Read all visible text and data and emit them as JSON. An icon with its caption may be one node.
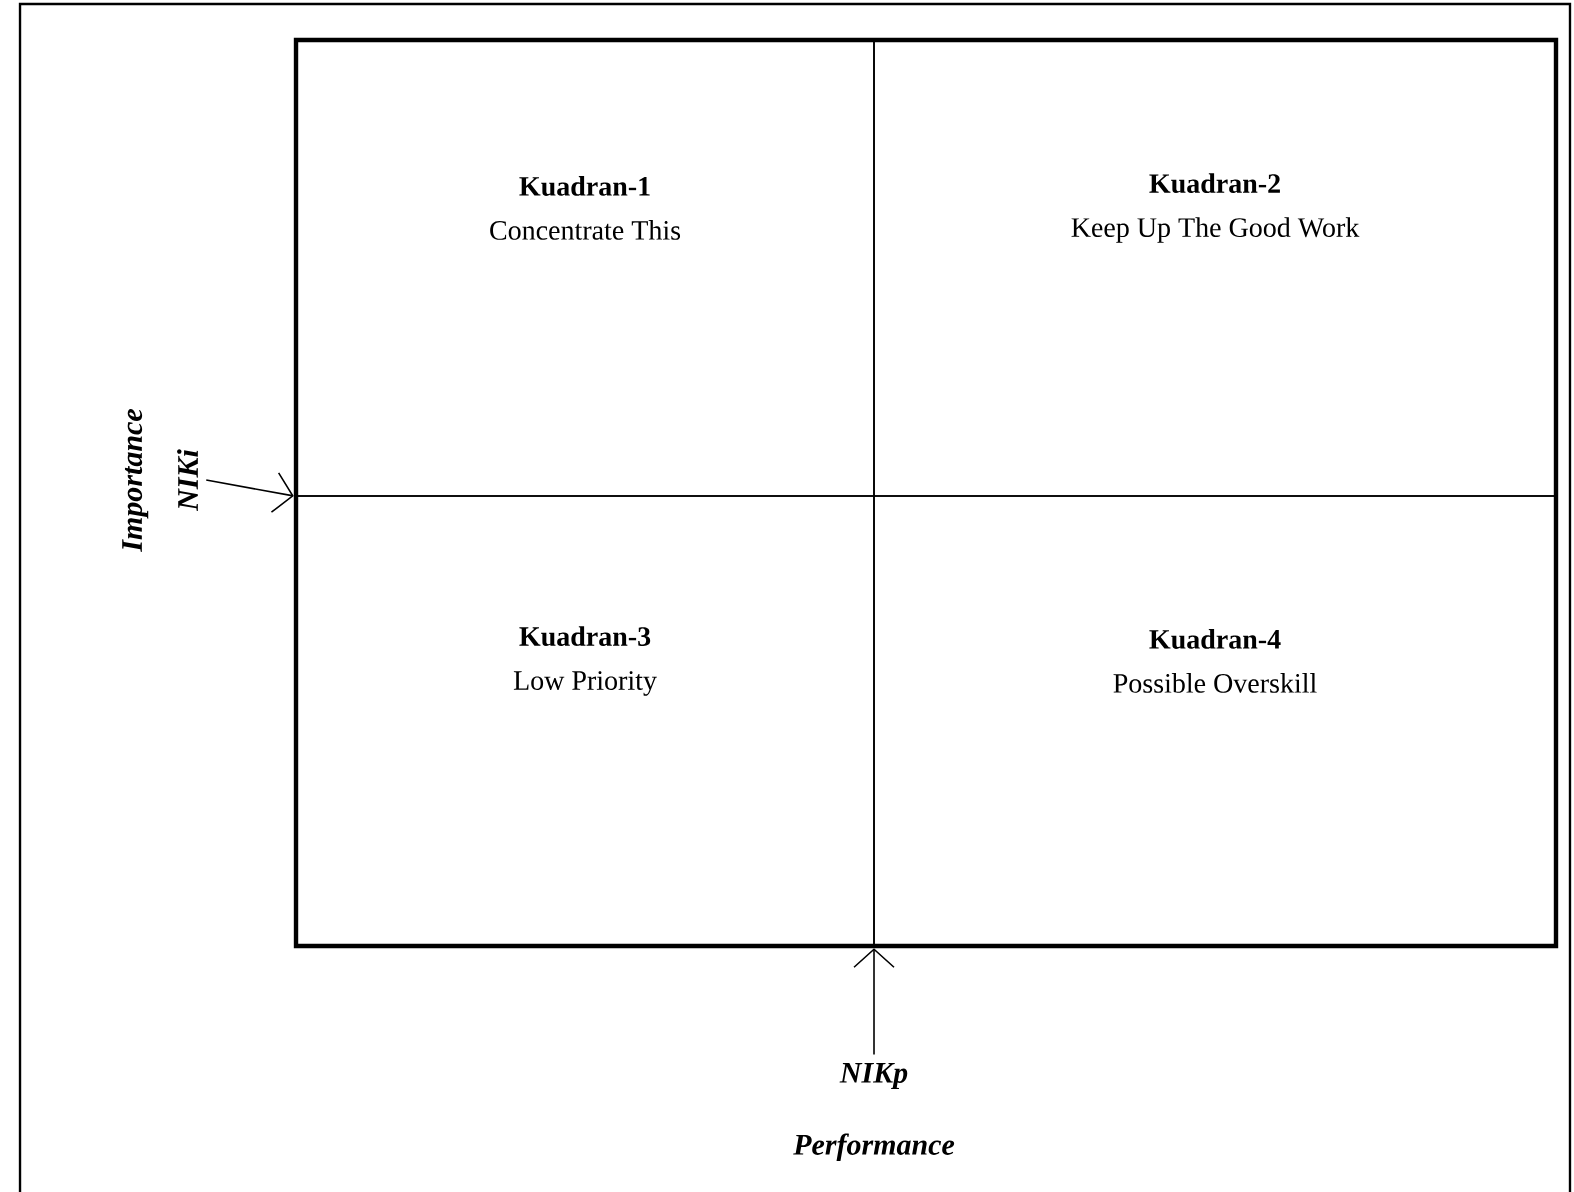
{
  "diagram": {
    "nodes": [
      {
        "text": [],
        "shape": "box"
      },
      {
        "text": [
          "Kuadran-1",
          "Concentrate This"
        ],
        "in": 0
      },
      {
        "text": [
          "Kuadran-2",
          "Keep Up The Good Work"
        ],
        "in": 0
      },
      {
        "text": [
          "Kuadran-3",
          "Low Priority"
        ],
        "in": 0
      },
      {
        "text": [
          "Kuadran-4",
          "Possible Overskill"
        ],
        "in": 0
      },
      {
        "text": [
          "Importance",
          "NIKi"
        ]
      },
      {
        "text": [
          "NIKp",
          "Performance"
        ]
      }
    ],
    "edges": [
      {
        "from": 5,
        "to": 0,
        "arrow": "to"
      },
      {
        "from": 6,
        "to": 0,
        "arrow": "to"
      }
    ]
  }
}
